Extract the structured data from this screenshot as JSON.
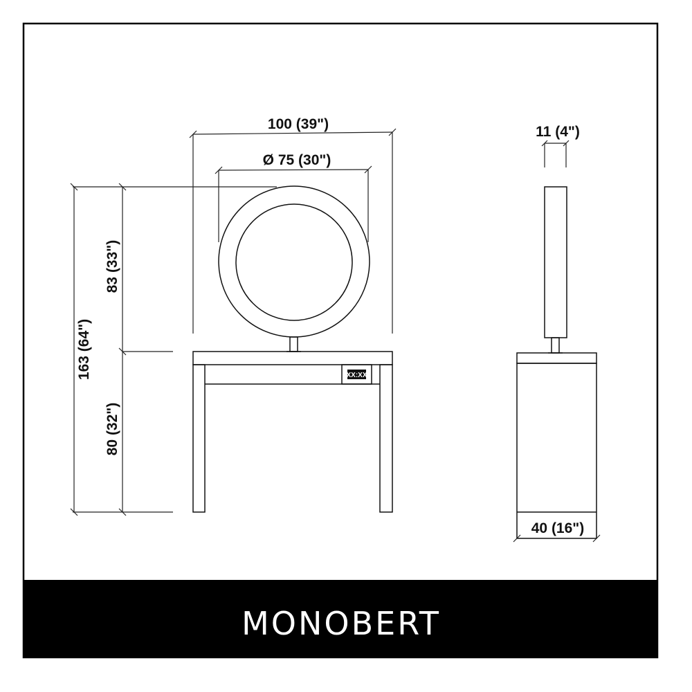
{
  "title": "MONOBERT",
  "front_view": {
    "overall_width": "100 (39\")",
    "mirror_diameter": "Ø 75 (30\")",
    "overall_height": "163 (64\")",
    "mirror_height": "83 (33\")",
    "table_height": "80 (32\")",
    "display_text": "XX:XX"
  },
  "side_view": {
    "mirror_depth": "11 (4\")",
    "table_depth": "40 (16\")"
  },
  "colors": {
    "line": "#111111",
    "band": "#000000",
    "title_text": "#ffffff"
  }
}
